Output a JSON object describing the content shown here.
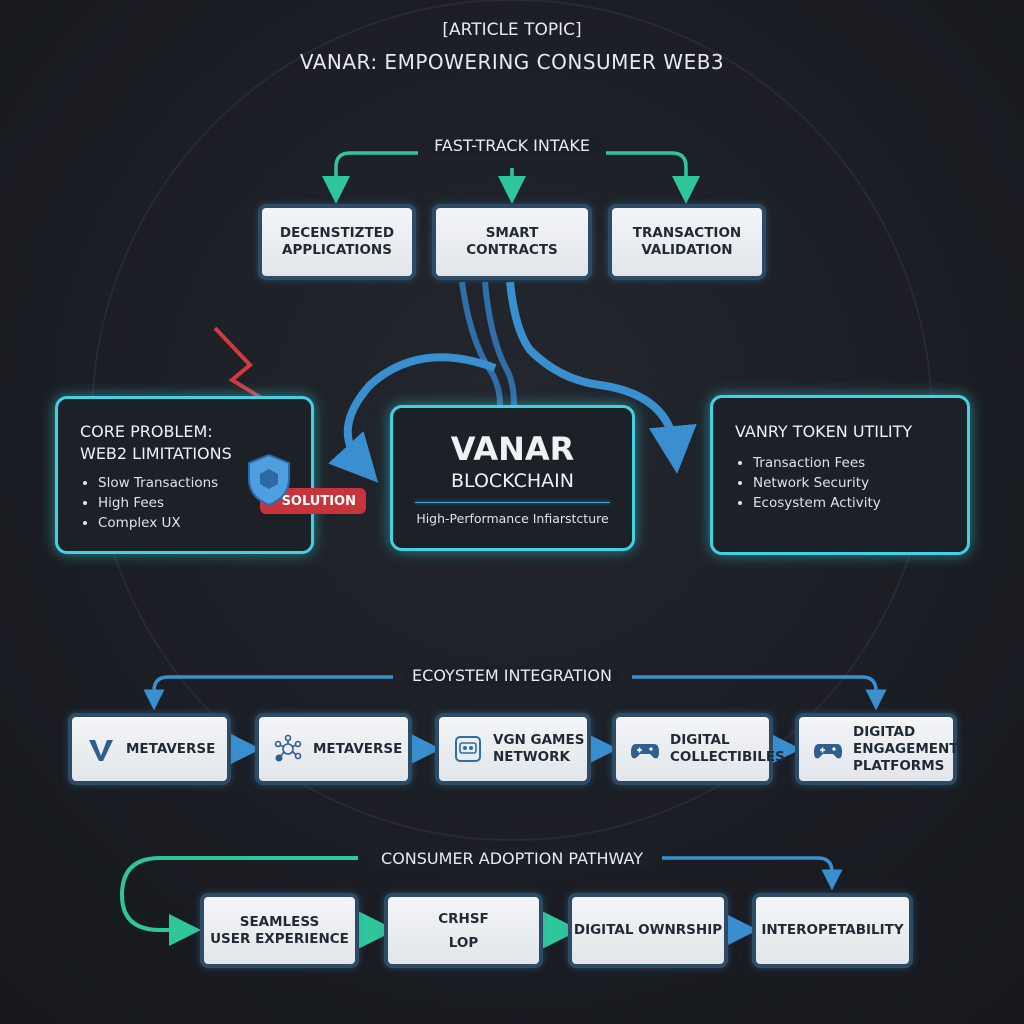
{
  "header": {
    "topic": "[ARTICLE TOPIC]",
    "title": "VANAR: EMPOWERING CONSUMER WEB3"
  },
  "intake": {
    "label": "FAST-TRACK INTAKE",
    "boxes": [
      [
        "DECENSTIZTED",
        "APPLICATIONS"
      ],
      [
        "SMART",
        "CONTRACTS"
      ],
      [
        "TRANSACTION",
        "VALIDATION"
      ]
    ]
  },
  "core_problem": {
    "title_1": "CORE PROBLEM:",
    "title_2": "WEB2 LIMITATIONS",
    "items": [
      "Slow Transactions",
      "High Fees",
      "Complex UX"
    ],
    "badge": "SOLUTION"
  },
  "vanar": {
    "title": "VANAR",
    "subtitle": "BLOCKCHAIN",
    "tagline": "High-Performance Infiarstcture"
  },
  "token": {
    "title": "VANRY TOKEN UTILITY",
    "items": [
      "Transaction Fees",
      "Network Security",
      "Ecosystem Activity"
    ]
  },
  "ecosystem": {
    "label": "ECOYSTEM INTEGRATION",
    "boxes": [
      {
        "icon": "vanar-logo-icon",
        "lines": [
          "METAVERSE"
        ]
      },
      {
        "icon": "network-nodes-icon",
        "lines": [
          "METAVERSE"
        ]
      },
      {
        "icon": "game-console-icon",
        "lines": [
          "VGN GAMES",
          "NETWORK"
        ]
      },
      {
        "icon": "gamepad-icon",
        "lines": [
          "DIGITAL",
          "COLLECTIBILES"
        ]
      },
      {
        "icon": "gamepad-icon",
        "lines": [
          "DIGITAD",
          "ENGAGEMENT",
          "PLATFORMS"
        ]
      }
    ]
  },
  "adoption": {
    "label": "CONSUMER ADOPTION PATHWAY",
    "boxes": [
      [
        "SEAMLESS",
        "USER EXPERIENCE"
      ],
      [
        "CRHSF",
        "LOP"
      ],
      [
        "DIGITAL OWNRSHIP"
      ],
      [
        "INTEROPETABILITY"
      ]
    ]
  },
  "colors": {
    "teal": "#2fc79a",
    "blue": "#3a8fd0",
    "cyan": "#3fd3e4",
    "red": "#d23a3f"
  }
}
